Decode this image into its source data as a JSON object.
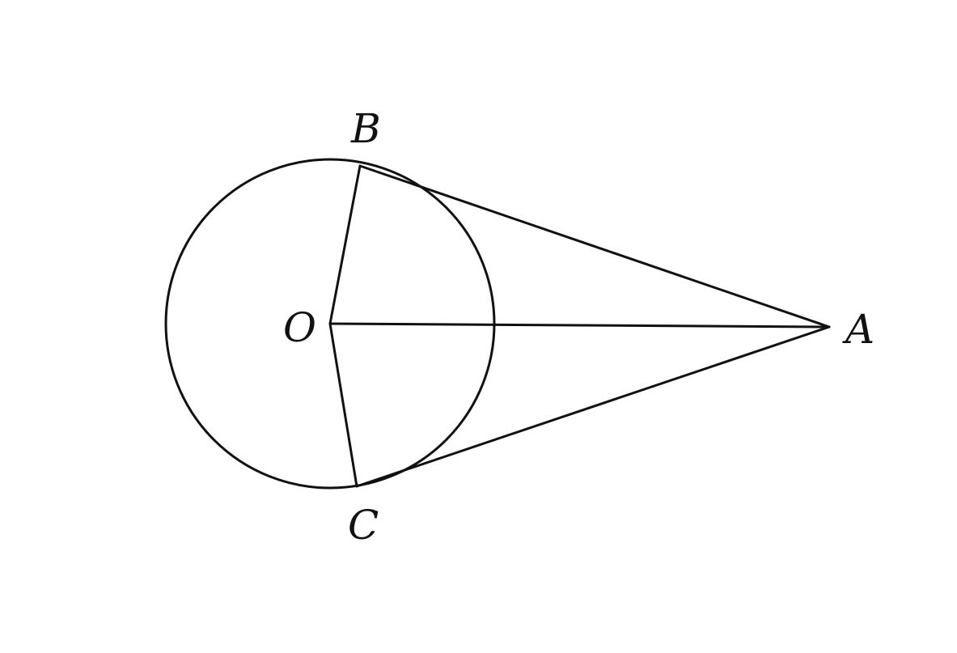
{
  "points": {
    "O": {
      "label": "O"
    },
    "A": {
      "label": "A"
    },
    "B": {
      "label": "B"
    },
    "C": {
      "label": "C"
    }
  },
  "colors": {
    "ink": "#111111",
    "background": "#ffffff"
  }
}
